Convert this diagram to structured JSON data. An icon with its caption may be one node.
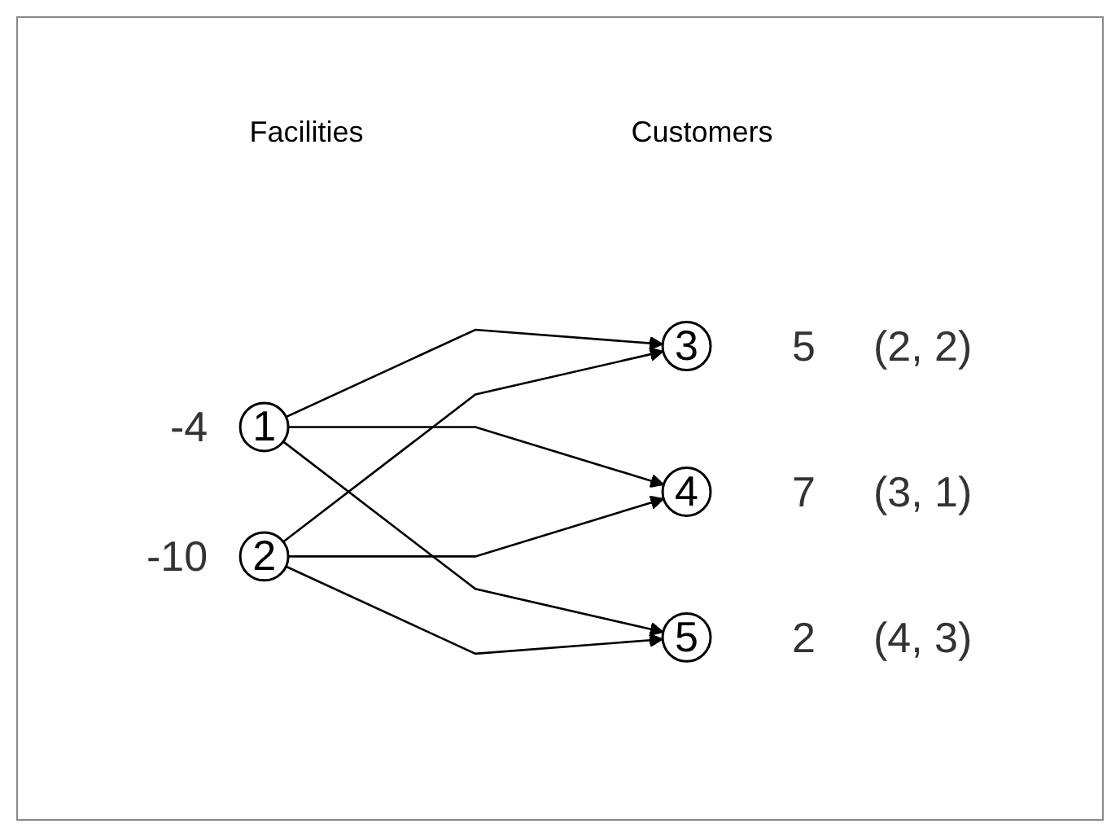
{
  "diagram": {
    "nodes": [
      {
        "text": [
          "1"
        ],
        "beside": [
          "-4"
        ]
      },
      {
        "text": [
          "2"
        ],
        "beside": [
          "-10"
        ]
      },
      {
        "text": [
          "3"
        ],
        "beside": [
          "5",
          "(2, 2)"
        ]
      },
      {
        "text": [
          "4"
        ],
        "beside": [
          "7",
          "(3, 1)"
        ]
      },
      {
        "text": [
          "5"
        ],
        "beside": [
          "2",
          "(4, 3)"
        ]
      }
    ],
    "edges": [
      {
        "from": 0,
        "to": 2,
        "arrow": "to"
      },
      {
        "from": 0,
        "to": 3,
        "arrow": "to"
      },
      {
        "from": 0,
        "to": 4,
        "arrow": "to"
      },
      {
        "from": 1,
        "to": 2,
        "arrow": "to"
      },
      {
        "from": 1,
        "to": 3,
        "arrow": "to"
      },
      {
        "from": 1,
        "to": 4,
        "arrow": "to"
      }
    ],
    "labels": [
      "Facilities",
      "Customers"
    ]
  }
}
